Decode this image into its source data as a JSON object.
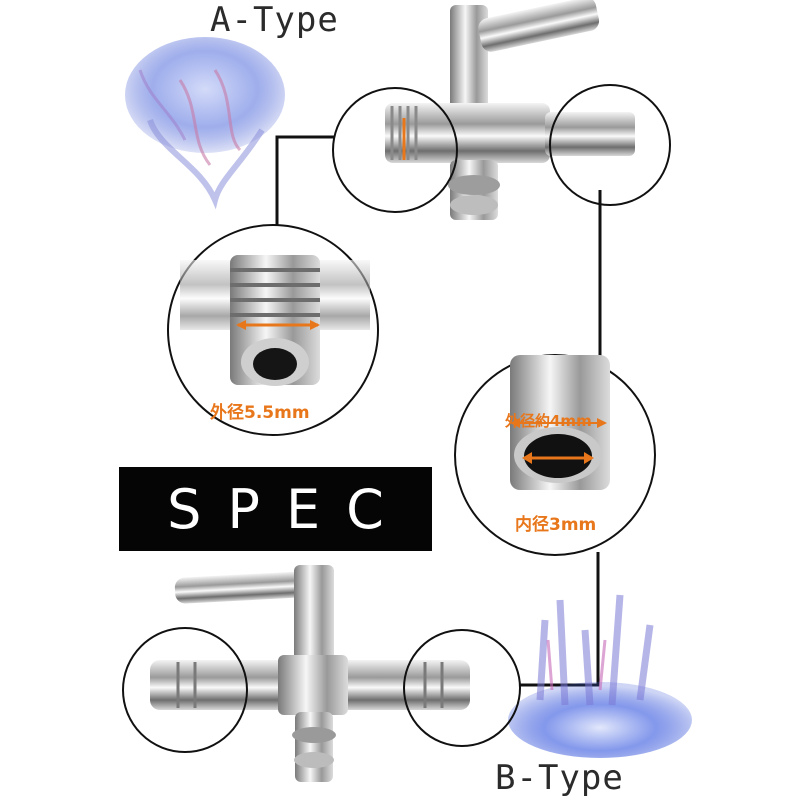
{
  "labels": {
    "a_type": "A-Type",
    "b_type": "B-Type",
    "spec": "SPEC"
  },
  "dimensions": {
    "thread_outer": "外径5.5mm",
    "nozzle_outer": "外径約4mm",
    "nozzle_inner": "内径3mm"
  },
  "colors": {
    "accent": "#e8761a",
    "line": "#111111",
    "spec_bg": "#050505",
    "jellyfish": "#6a82e0"
  },
  "icons": {
    "top_left": "jellyfish-icon",
    "bottom_right": "jellyfish-icon"
  }
}
